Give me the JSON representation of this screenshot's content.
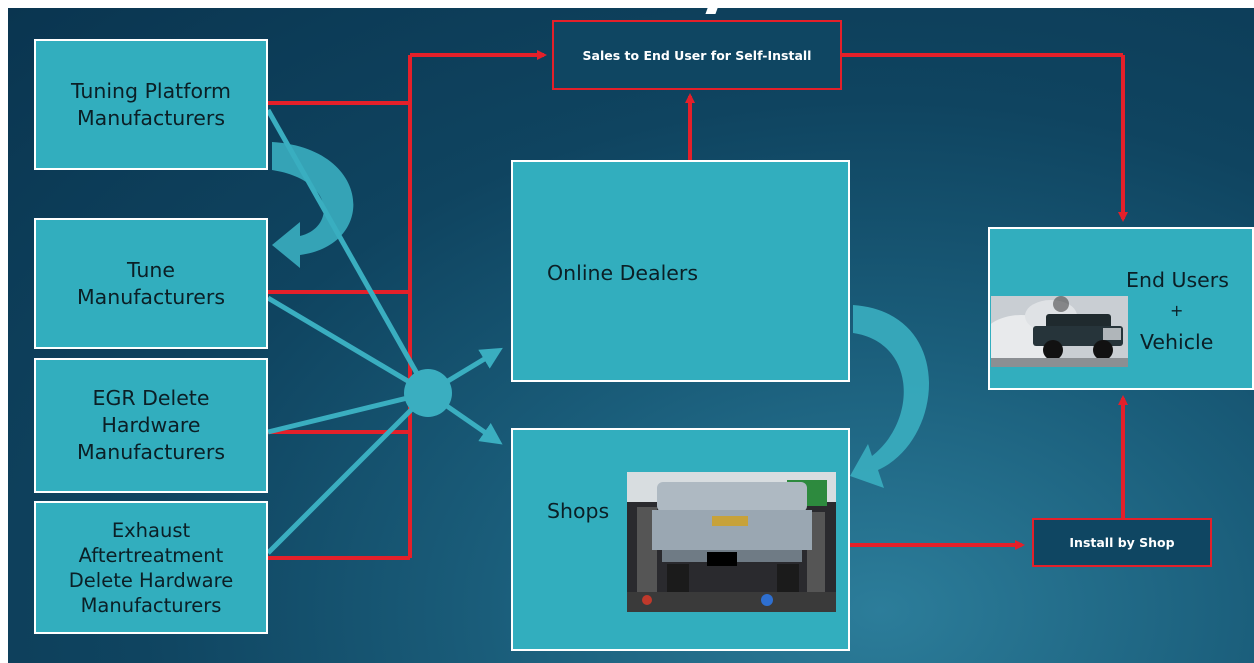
{
  "boxes": {
    "tuning_platform": "Tuning Platform\nManufacturers",
    "tune": "Tune\nManufacturers",
    "egr_delete": "EGR Delete\nHardware\nManufacturers",
    "exhaust_delete": "Exhaust\nAftertreatment\nDelete Hardware\nManufacturers",
    "online_dealers": "Online Dealers",
    "shops": "Shops",
    "end_users": "End Users",
    "plus": "+",
    "vehicle": "Vehicle"
  },
  "channels": {
    "self_install": "Sales to End User for Self-Install",
    "install_by_shop": "Install by Shop"
  },
  "colors": {
    "background": "#0f4460",
    "box_fill": "#32aebe",
    "flow_red": "#e4202a",
    "flow_teal": "#3aaec0"
  },
  "images": {
    "truck_photo": "pickup truck with tire smoke",
    "shop_photo": "pickup truck on lift in garage"
  }
}
